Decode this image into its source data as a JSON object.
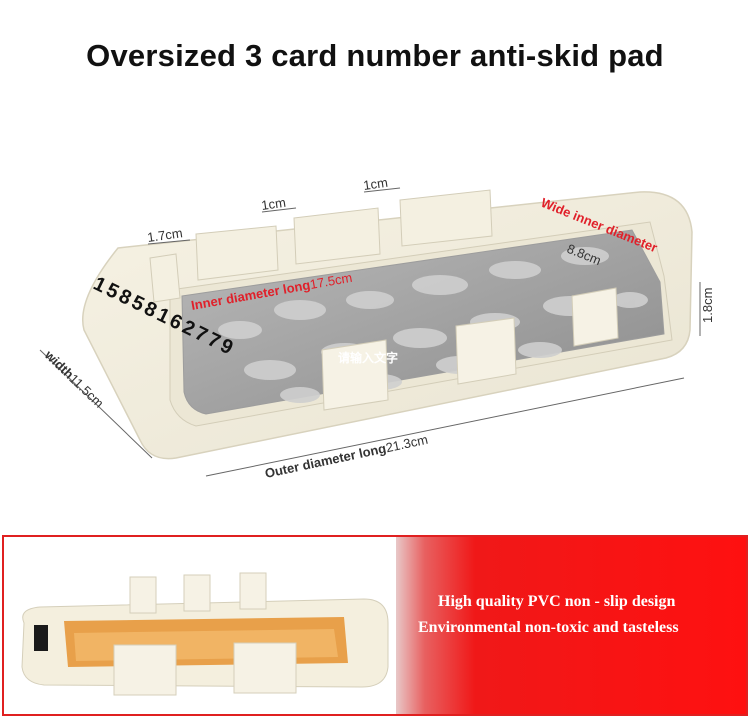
{
  "title": "Oversized 3 card number anti-skid pad",
  "dimensions": {
    "tab_left": "1.7cm",
    "tab_mid": "1cm",
    "tab_right": "1cm",
    "height": "1.8cm",
    "width_label": "width",
    "width_value": "11.5cm",
    "outer_label": "Outer diameter long",
    "outer_value": "21.3cm",
    "inner_long_label": "Inner diameter long",
    "inner_long_value": "17.5cm",
    "inner_wide_label": "Wide inner diameter",
    "inner_wide_value": "8.8cm"
  },
  "plate_number": "15858162779",
  "watermark": "请输入文字",
  "features": [
    "High quality PVC non - slip design",
    "Environmental non-toxic and tasteless"
  ],
  "colors": {
    "annotation_red": "#e0202a",
    "panel_red": "#ff1010",
    "pad_body": "#f3efdf"
  }
}
